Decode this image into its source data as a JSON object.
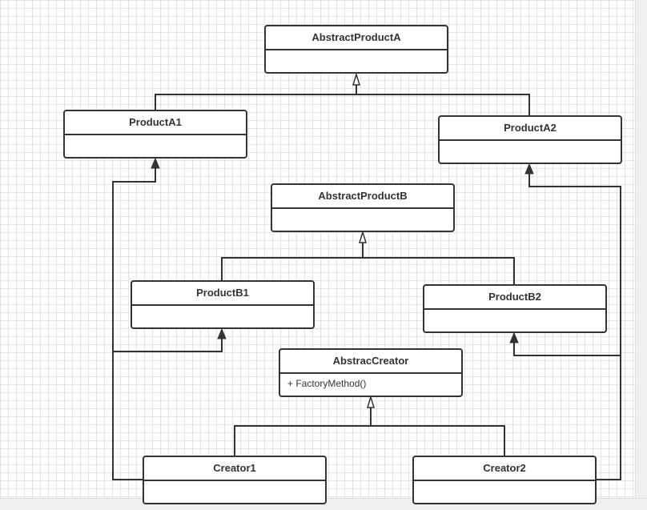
{
  "classes": {
    "abstract_product_a": {
      "name": "AbstractProductA",
      "members": ""
    },
    "product_a1": {
      "name": "ProductA1",
      "members": ""
    },
    "product_a2": {
      "name": "ProductA2",
      "members": ""
    },
    "abstract_product_b": {
      "name": "AbstractProductB",
      "members": ""
    },
    "product_b1": {
      "name": "ProductB1",
      "members": ""
    },
    "product_b2": {
      "name": "ProductB2",
      "members": ""
    },
    "abstract_creator": {
      "name": "AbstracCreator",
      "members": "+ FactoryMethod()"
    },
    "creator1": {
      "name": "Creator1",
      "members": ""
    },
    "creator2": {
      "name": "Creator2",
      "members": ""
    }
  },
  "colors": {
    "line": "#333333",
    "grid": "#e4e4e4"
  }
}
